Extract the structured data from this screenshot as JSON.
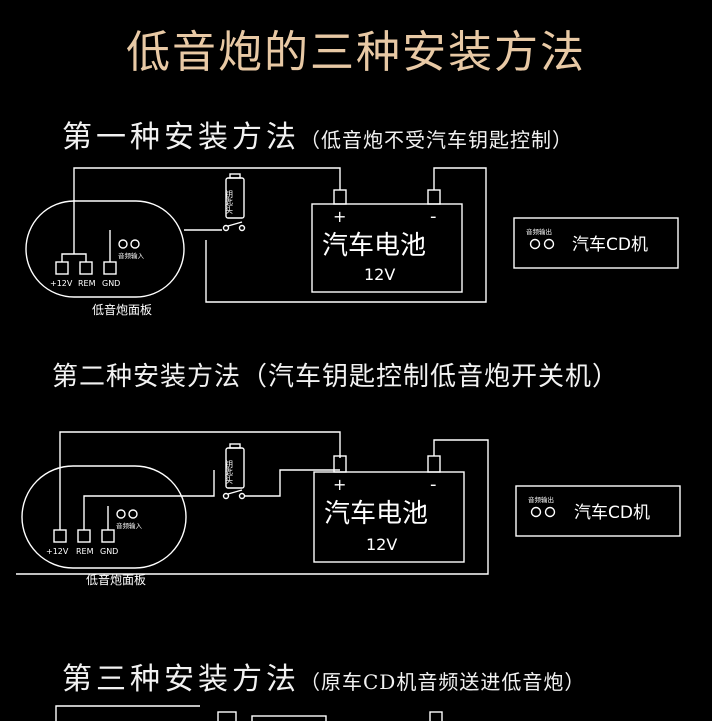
{
  "title": "低音炮的三种安装方法",
  "method1": {
    "title": "第一种安装方法",
    "subtitle": "（低音炮不受汽车钥匙控制）",
    "panel_label": "低音炮面板",
    "terminals": [
      "+12V",
      "REM",
      "GND"
    ],
    "audio_in": "音频输入",
    "key_label": "钥匙头",
    "battery_plus": "+",
    "battery_minus": "-",
    "battery_label": "汽车电池",
    "battery_voltage": "12V",
    "cd_audio_out": "音频输出",
    "cd_label": "汽车CD机"
  },
  "method2": {
    "title": "第二种安装方法（汽车钥匙控制低音炮开关机）",
    "panel_label": "低音炮面板",
    "terminals": [
      "+12V",
      "REM",
      "GND"
    ],
    "audio_in": "音频输入",
    "key_label": "钥匙头",
    "battery_plus": "+",
    "battery_minus": "-",
    "battery_label": "汽车电池",
    "battery_voltage": "12V",
    "cd_audio_out": "音频输出",
    "cd_label": "汽车CD机"
  },
  "method3": {
    "title": "第三种安装方法",
    "subtitle": "（原车CD机音频送进低音炮）"
  }
}
